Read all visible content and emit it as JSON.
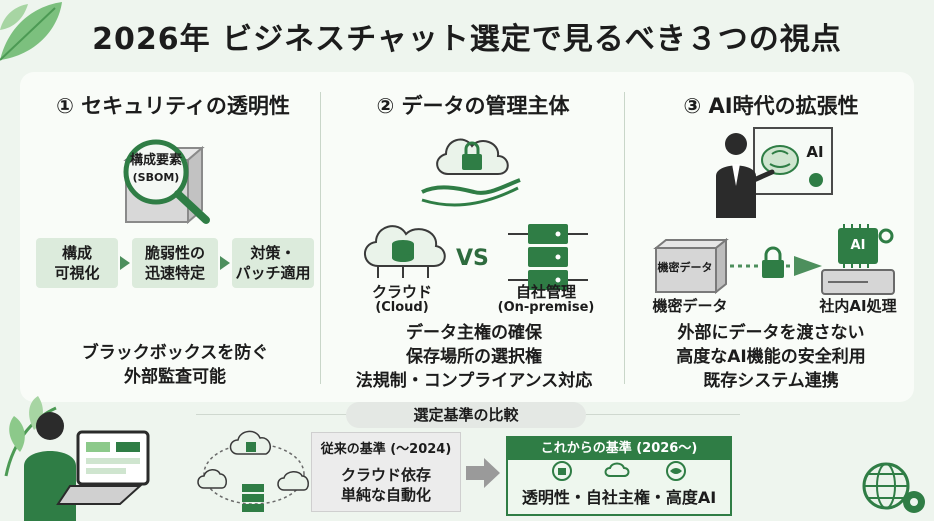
{
  "title": "2026年 ビジネスチャット選定で見るべき３つの視点",
  "col1": {
    "title": "① セキュリティの透明性",
    "sbom_line1": "構成要素",
    "sbom_line2": "(SBOM)",
    "flow": [
      "構成\n可視化",
      "脆弱性の\n迅速特定",
      "対策・\nパッチ適用"
    ],
    "caption_line1": "ブラックボックスを防ぐ",
    "caption_line2": "外部監査可能"
  },
  "col2": {
    "title": "② データの管理主体",
    "cloud_label": "クラウド",
    "cloud_sub": "(Cloud)",
    "vs": "VS",
    "onprem_label": "自社管理",
    "onprem_sub": "(On-premise)",
    "caption_line1": "データ主権の確保",
    "caption_line2": "保存場所の選択権",
    "caption_line3": "法規制・コンプライアンス対応"
  },
  "col3": {
    "title": "③ AI時代の拡張性",
    "board_label": "AI",
    "box_label": "機密データ",
    "left_label": "機密データ",
    "chip_label": "AI",
    "right_label": "社内AI処理",
    "caption_line1": "外部にデータを渡さない",
    "caption_line2": "高度なAI機能の安全利用",
    "caption_line3": "既存システム連携"
  },
  "compare": {
    "title": "選定基準の比較",
    "old_head": "従来の基準 (〜2024)",
    "old_line1": "クラウド依存",
    "old_line2": "単純な自動化",
    "new_head": "これからの基準 (2026〜)",
    "new_body": "透明性・自社主権・高度AI"
  },
  "colors": {
    "accent": "#2f7d45",
    "light_green": "#dcebdc",
    "background": "#eef5ee"
  }
}
